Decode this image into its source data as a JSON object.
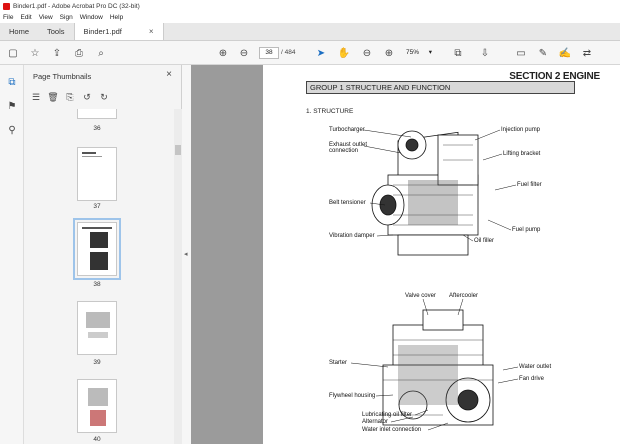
{
  "window": {
    "title": "Binder1.pdf - Adobe Acrobat Pro DC (32-bit)"
  },
  "menu": [
    "File",
    "Edit",
    "View",
    "Sign",
    "Window",
    "Help"
  ],
  "tabs": {
    "home": "Home",
    "tools": "Tools",
    "document": "Binder1.pdf",
    "close": "×"
  },
  "toolbar": {
    "page_current": "38",
    "page_total": "/ 484",
    "zoom": "75%"
  },
  "sidebar": {
    "title": "Page Thumbnails",
    "thumbnails": [
      {
        "label": "36"
      },
      {
        "label": "37"
      },
      {
        "label": "38",
        "selected": true
      },
      {
        "label": "39"
      },
      {
        "label": "40"
      }
    ]
  },
  "document": {
    "section_title": "SECTION 2  ENGINE",
    "group_title": "GROUP  1  STRUCTURE AND FUNCTION",
    "subsection": "1. STRUCTURE",
    "labels_top": {
      "turbocharger": "Turbocharger",
      "exhaust": "Exhaust outlet\nconnection",
      "belt": "Belt tensioner",
      "vibration": "Vibration damper",
      "injection": "Injection pump",
      "lifting": "Lifting bracket",
      "fuel_filter": "Fuel filter",
      "fuel_pump": "Fuel pump",
      "oil_filler": "Oil filler"
    },
    "labels_bottom": {
      "valve_cover": "Valve cover",
      "aftercooler": "Aftercooler",
      "starter": "Starter",
      "flywheel": "Flywheel housing",
      "lub_filter": "Lubricating oil filter",
      "alternator": "Alternator",
      "water_inlet": "Water inlet connection",
      "water_outlet": "Water outlet",
      "fan_drive": "Fan drive"
    }
  }
}
